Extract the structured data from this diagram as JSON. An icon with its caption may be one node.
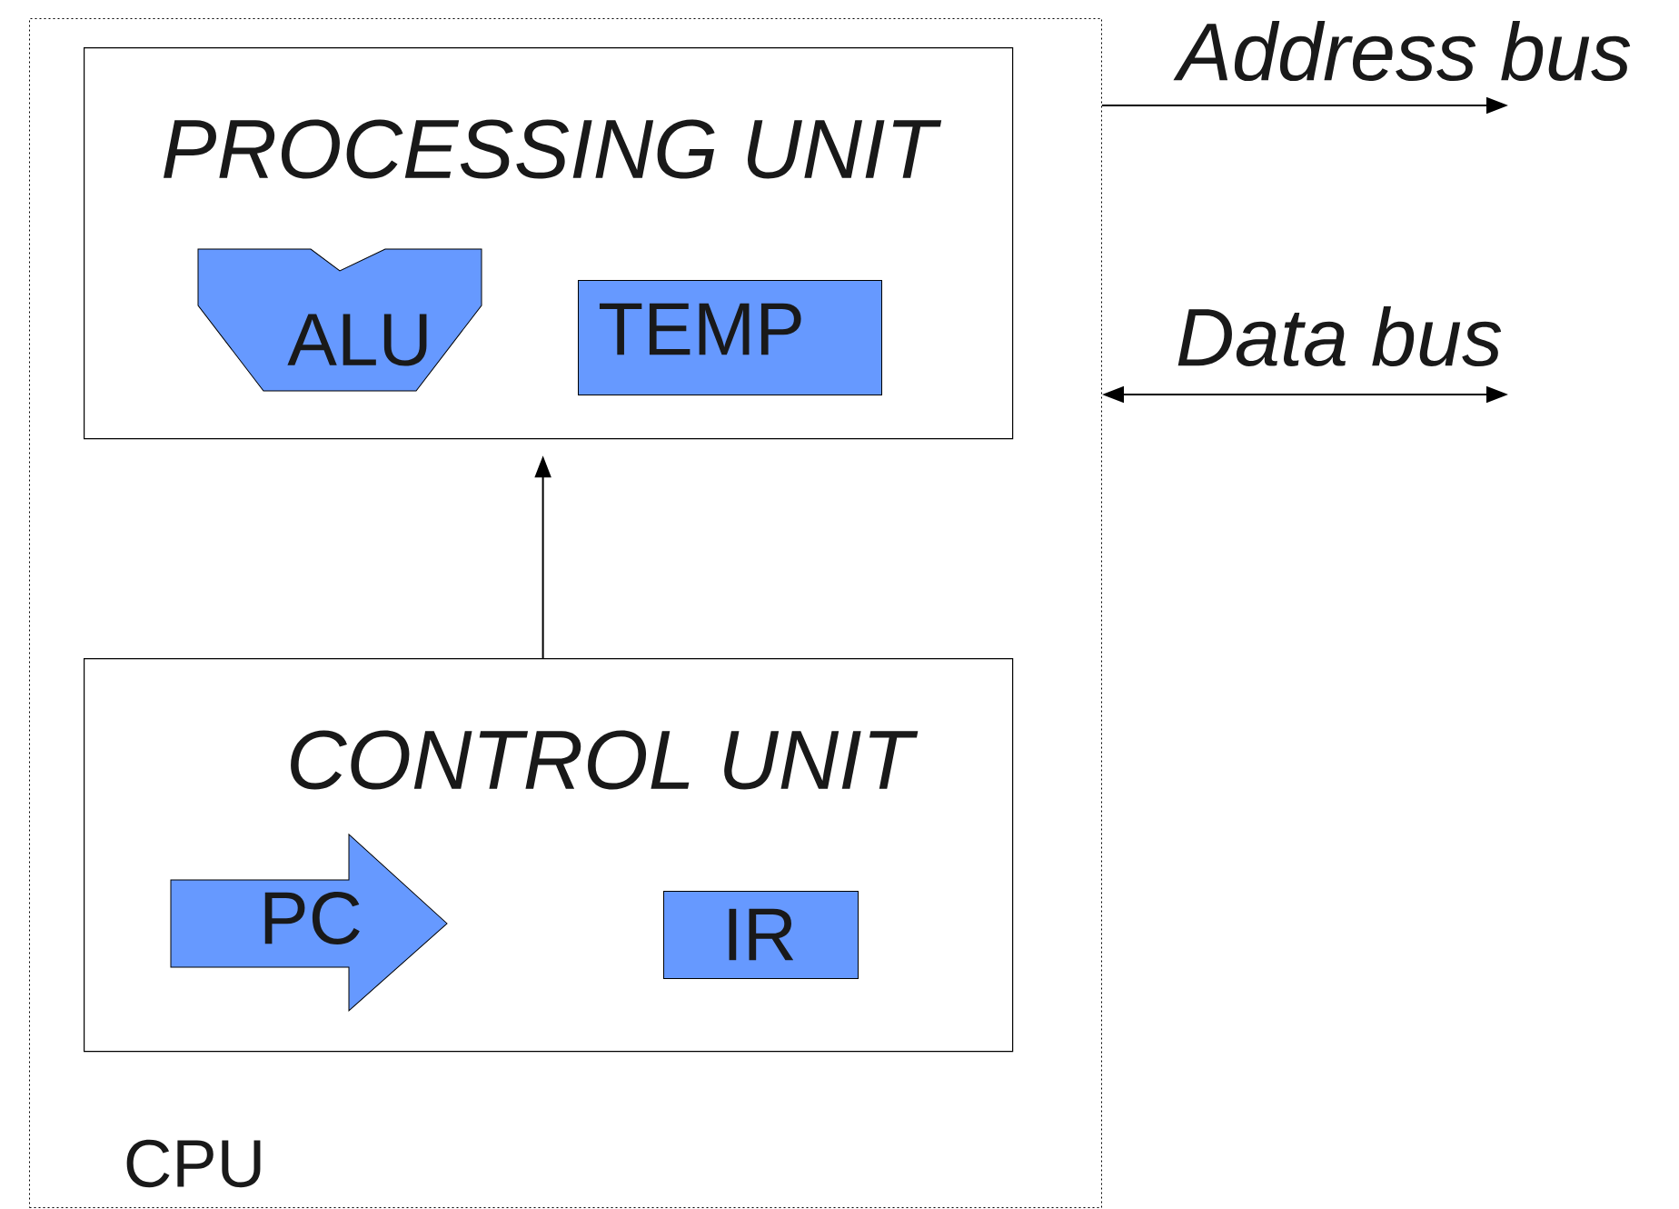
{
  "diagram": {
    "nodes": [
      {
        "text": [
          "CPU"
        ]
      },
      {
        "text": [
          "PROCESSING UNIT"
        ],
        "in": 0
      },
      {
        "text": [
          "ALU"
        ],
        "in": 1
      },
      {
        "text": [
          "TEMP"
        ],
        "in": 1
      },
      {
        "text": [
          "CONTROL UNIT"
        ],
        "in": 0
      },
      {
        "text": [
          "PC"
        ],
        "in": 4
      },
      {
        "text": [
          "IR"
        ],
        "in": 4
      }
    ],
    "edges": [
      {
        "from": 4,
        "to": 1,
        "arrow": "to"
      },
      {
        "from": 0,
        "to": null,
        "arrow": "to",
        "label": "Address bus"
      },
      {
        "from": 0,
        "to": null,
        "arrow": "both",
        "label": "Data bus"
      }
    ]
  }
}
